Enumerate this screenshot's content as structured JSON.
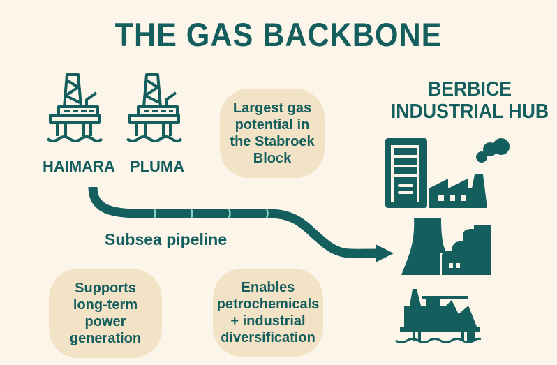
{
  "title": "THE GAS BACKBONE",
  "fields": [
    {
      "name": "HAIMARA",
      "icon": "offshore-platform-icon"
    },
    {
      "name": "PLUMA",
      "icon": "offshore-platform-icon"
    }
  ],
  "pipeline": {
    "label": "Subsea pipeline",
    "icon": "pipeline-arrow-icon"
  },
  "hub": {
    "title_line1": "BERBICE",
    "title_line2": "INDUSTRIAL HUB",
    "icons": [
      "factory-icon",
      "power-plant-icon",
      "offshore-facility-icon"
    ]
  },
  "callouts": [
    {
      "lines": [
        "Largest gas",
        "potential in",
        "the Stabroek",
        "Block"
      ]
    },
    {
      "lines": [
        "Supports",
        "long-term",
        "power generation"
      ]
    },
    {
      "lines": [
        "Enables",
        "petrochemicals",
        "+ industrial",
        "diversification"
      ]
    }
  ],
  "colors": {
    "primary": "#155e5e",
    "bubble": "#f3e3c6",
    "background": "#fcf5ea",
    "pipe_joint": "#8fd1cc"
  }
}
